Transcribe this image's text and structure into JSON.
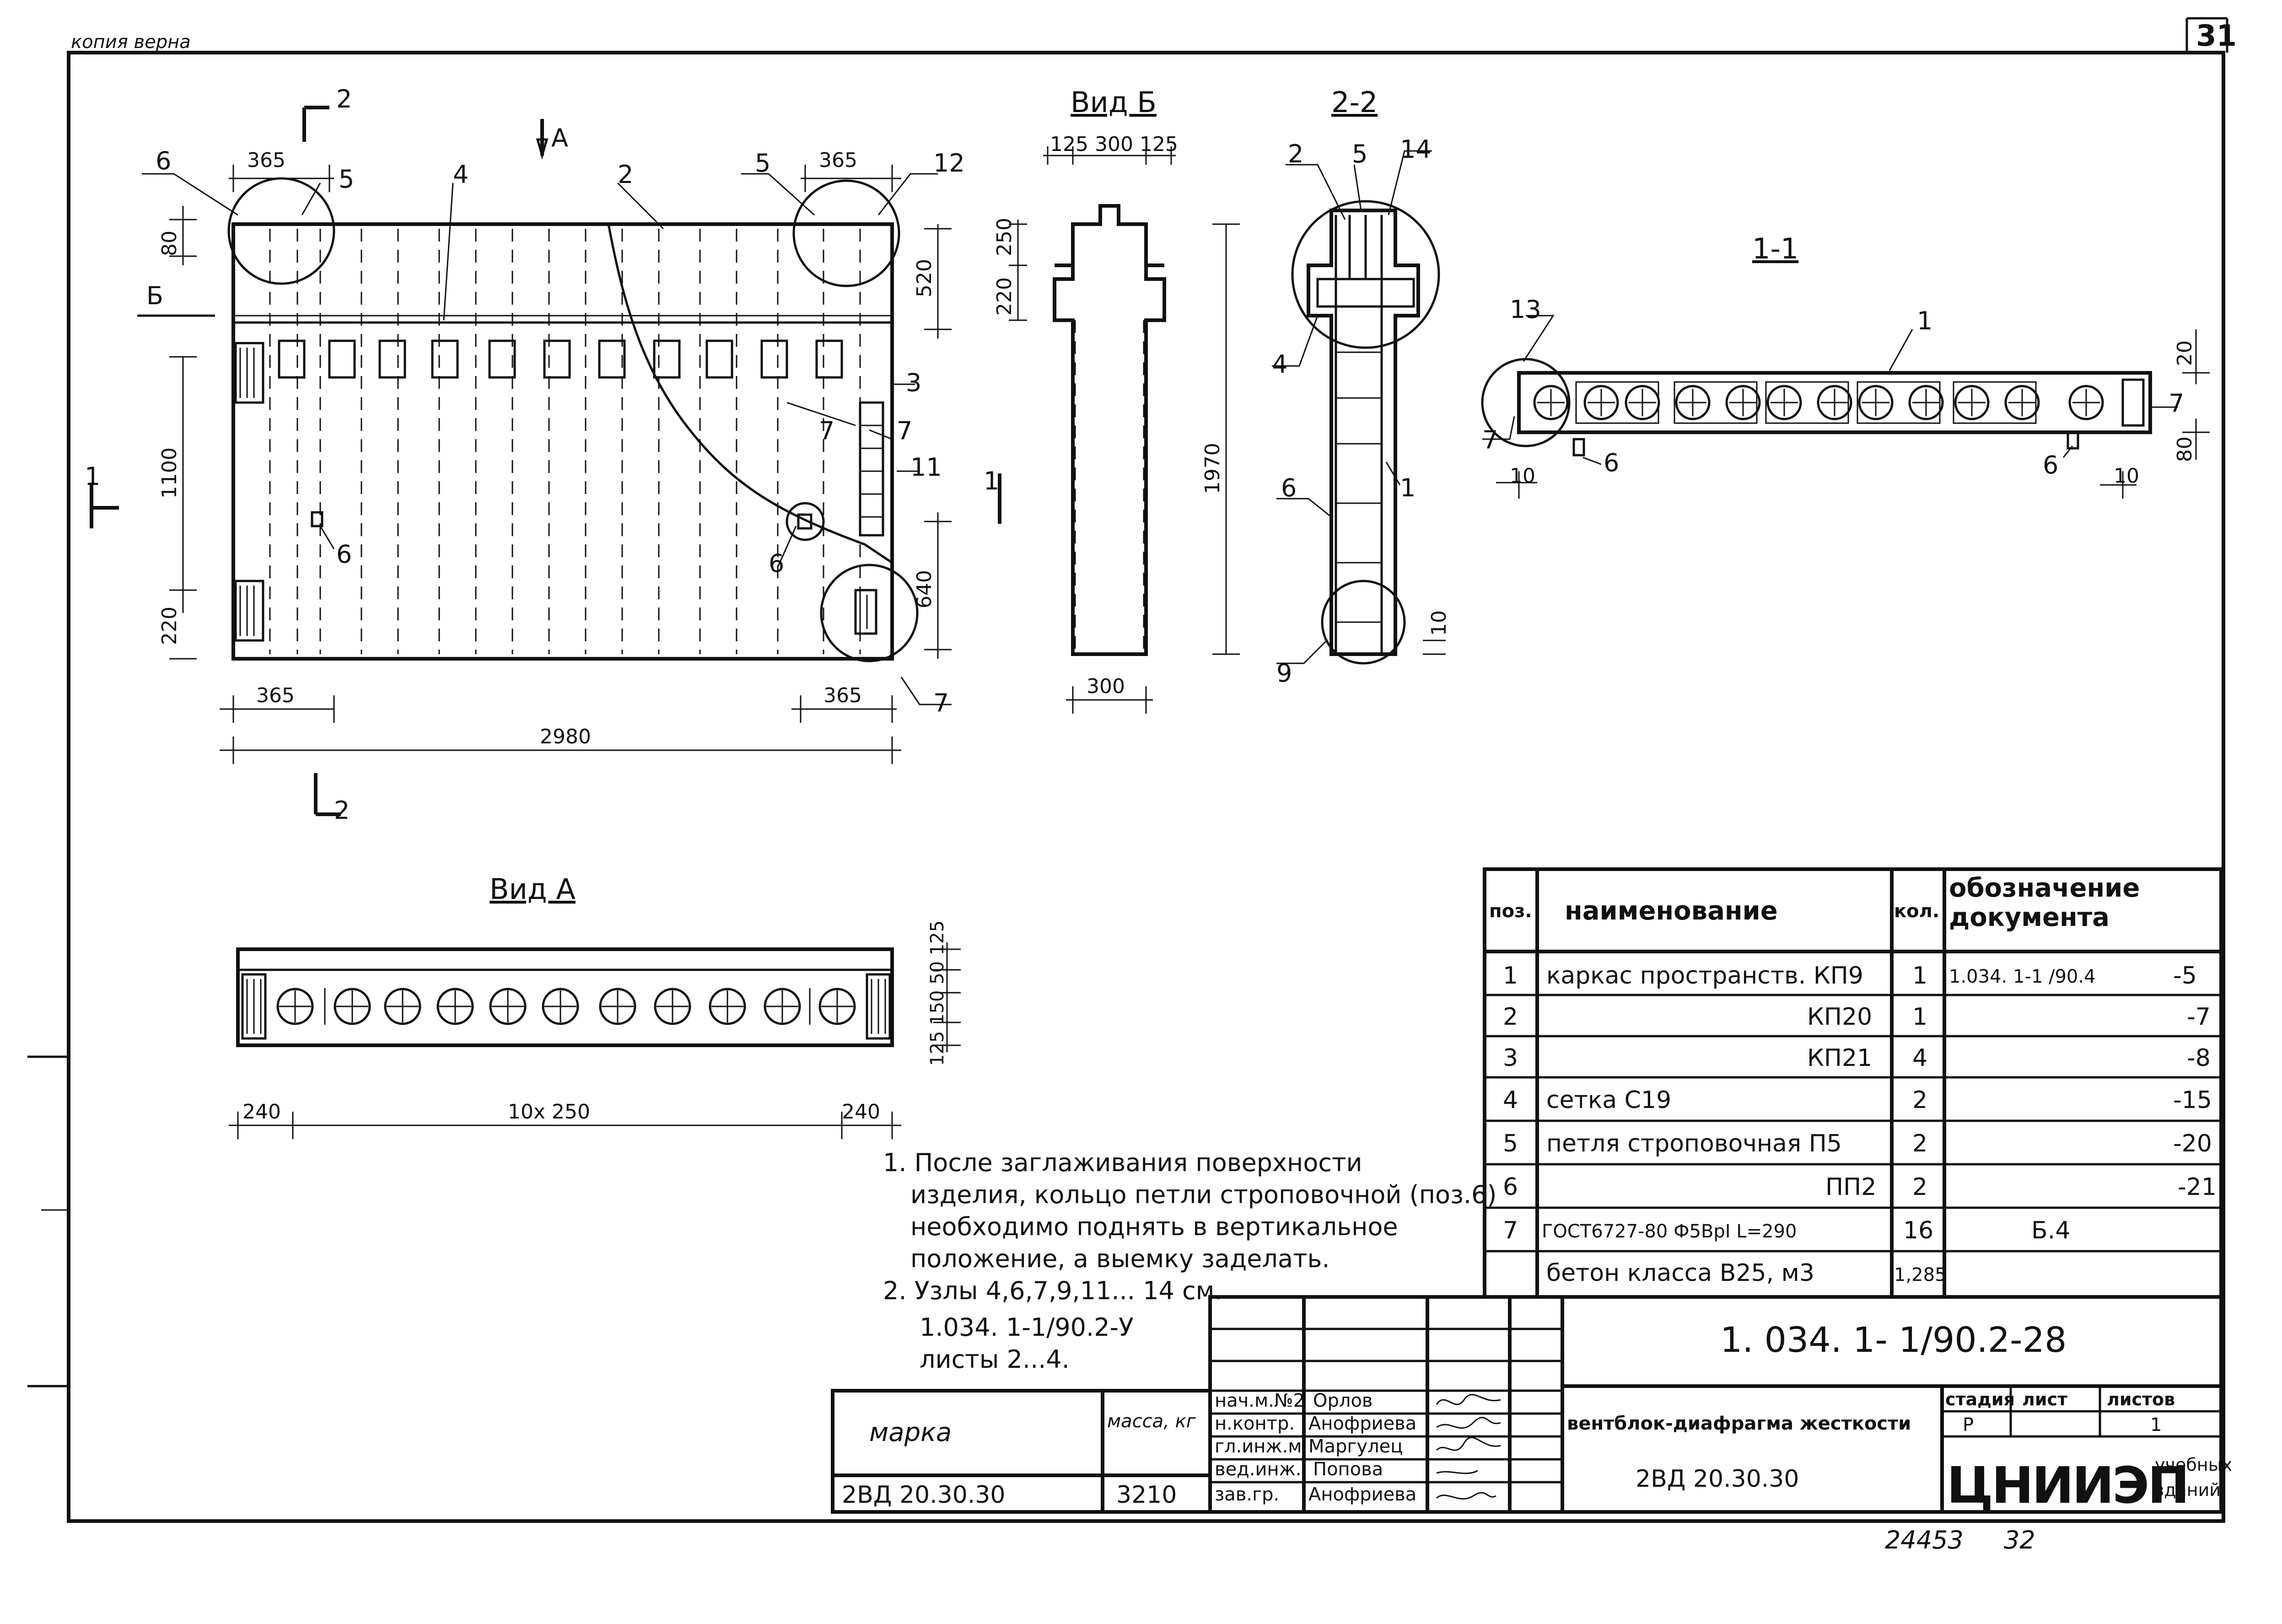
{
  "header": {
    "stamp": "копия верна",
    "sheet_corner": "31"
  },
  "views": {
    "elevation": {
      "dims": {
        "top_left": "365",
        "top_right": "365",
        "left_top": "80",
        "h1100": "1100",
        "h220": "220",
        "right_520": "520",
        "right_640": "640",
        "bot_left": "365",
        "bot_right": "365",
        "overall": "2980"
      },
      "callouts": [
        "6",
        "5",
        "4",
        "2",
        "5",
        "12",
        "3",
        "7",
        "7",
        "11",
        "6",
        "6",
        "7"
      ],
      "view_marks": {
        "arrow_a": "А",
        "arrow_b": "Б",
        "sec2_top": "2",
        "sec2_bot": "2",
        "sec1_left": "1",
        "sec1_right": "1"
      }
    },
    "view_b": {
      "title": "Вид Б",
      "dims": {
        "top": "125 300 125",
        "v250": "250",
        "v220": "220",
        "v1970": "1970",
        "bottom": "300"
      }
    },
    "section_22": {
      "title": "2-2",
      "callouts": [
        "2",
        "5",
        "14",
        "4",
        "6",
        "1",
        "9"
      ],
      "dim": "10"
    },
    "section_11": {
      "title": "1-1",
      "callouts": [
        "13",
        "1",
        "7",
        "7",
        "6",
        "6"
      ],
      "dims": {
        "r20": "20",
        "r80": "80",
        "l10": "10",
        "r10": "10"
      }
    },
    "view_a": {
      "title": "Вид А",
      "dims": {
        "left": "240",
        "middle": "10x 250",
        "right": "240",
        "v_stack": "125 150 50 125"
      }
    }
  },
  "notes": [
    "1. После заглаживания поверхности",
    "изделия, кольцо петли строповочной (поз.6)",
    "необходимо поднять в вертикальное",
    "положение, а выемку заделать.",
    "2. Узлы 4,6,7,9,11... 14 см.",
    "1.034. 1-1/90.2-У",
    "листы 2...4."
  ],
  "spec_table": {
    "headers": {
      "pos": "поз.",
      "name": "наименование",
      "qty": "кол.",
      "doc": "обозначение документа"
    },
    "rows": [
      {
        "pos": "1",
        "name": "каркас пространств. КП9",
        "qty": "1",
        "doc": "1.034. 1-1 /90.4",
        "suffix": "-5"
      },
      {
        "pos": "2",
        "name": "КП20",
        "qty": "1",
        "doc": "",
        "suffix": "-7"
      },
      {
        "pos": "3",
        "name": "КП21",
        "qty": "4",
        "doc": "",
        "suffix": "-8"
      },
      {
        "pos": "4",
        "name": "сетка С19",
        "qty": "2",
        "doc": "",
        "suffix": "-15"
      },
      {
        "pos": "5",
        "name": "петля строповочная П5",
        "qty": "2",
        "doc": "",
        "suffix": "-20"
      },
      {
        "pos": "6",
        "name": "ПП2",
        "qty": "2",
        "doc": "",
        "suffix": "-21"
      },
      {
        "pos": "7",
        "name": "ГОСТ6727-80 Ф5ВрI L=290",
        "qty": "16",
        "doc": "Б.4",
        "suffix": ""
      },
      {
        "pos": "",
        "name": "бетон класса В25, м3",
        "qty": "1,285",
        "doc": "",
        "suffix": ""
      }
    ]
  },
  "mark_table": {
    "h_mark": "марка",
    "h_mass": "масса, кг",
    "mark": "2ВД 20.30.30",
    "mass": "3210"
  },
  "signatures": [
    {
      "role": "нач.м.№2",
      "name": "Орлов"
    },
    {
      "role": "н.контр.",
      "name": "Анофриева"
    },
    {
      "role": "гл.инж.м.",
      "name": "Маргулец"
    },
    {
      "role": "вед.инж.",
      "name": "Попова"
    },
    {
      "role": "зав.гр.",
      "name": "Анофриева"
    }
  ],
  "title_block": {
    "doc_code": "1. 034. 1- 1/90.2-28",
    "product_name": "вентблок-диафрагма жесткости",
    "product_mark": "2ВД 20.30.30",
    "h_stage": "стадия",
    "h_sheet": "лист",
    "h_sheets": "листов",
    "stage": "Р",
    "sheet": "",
    "sheets": "1",
    "org": "ЦНИИЭП",
    "org_sub1": "учебных",
    "org_sub2": "зданий"
  },
  "footer": {
    "inv": "24453",
    "page": "32"
  }
}
